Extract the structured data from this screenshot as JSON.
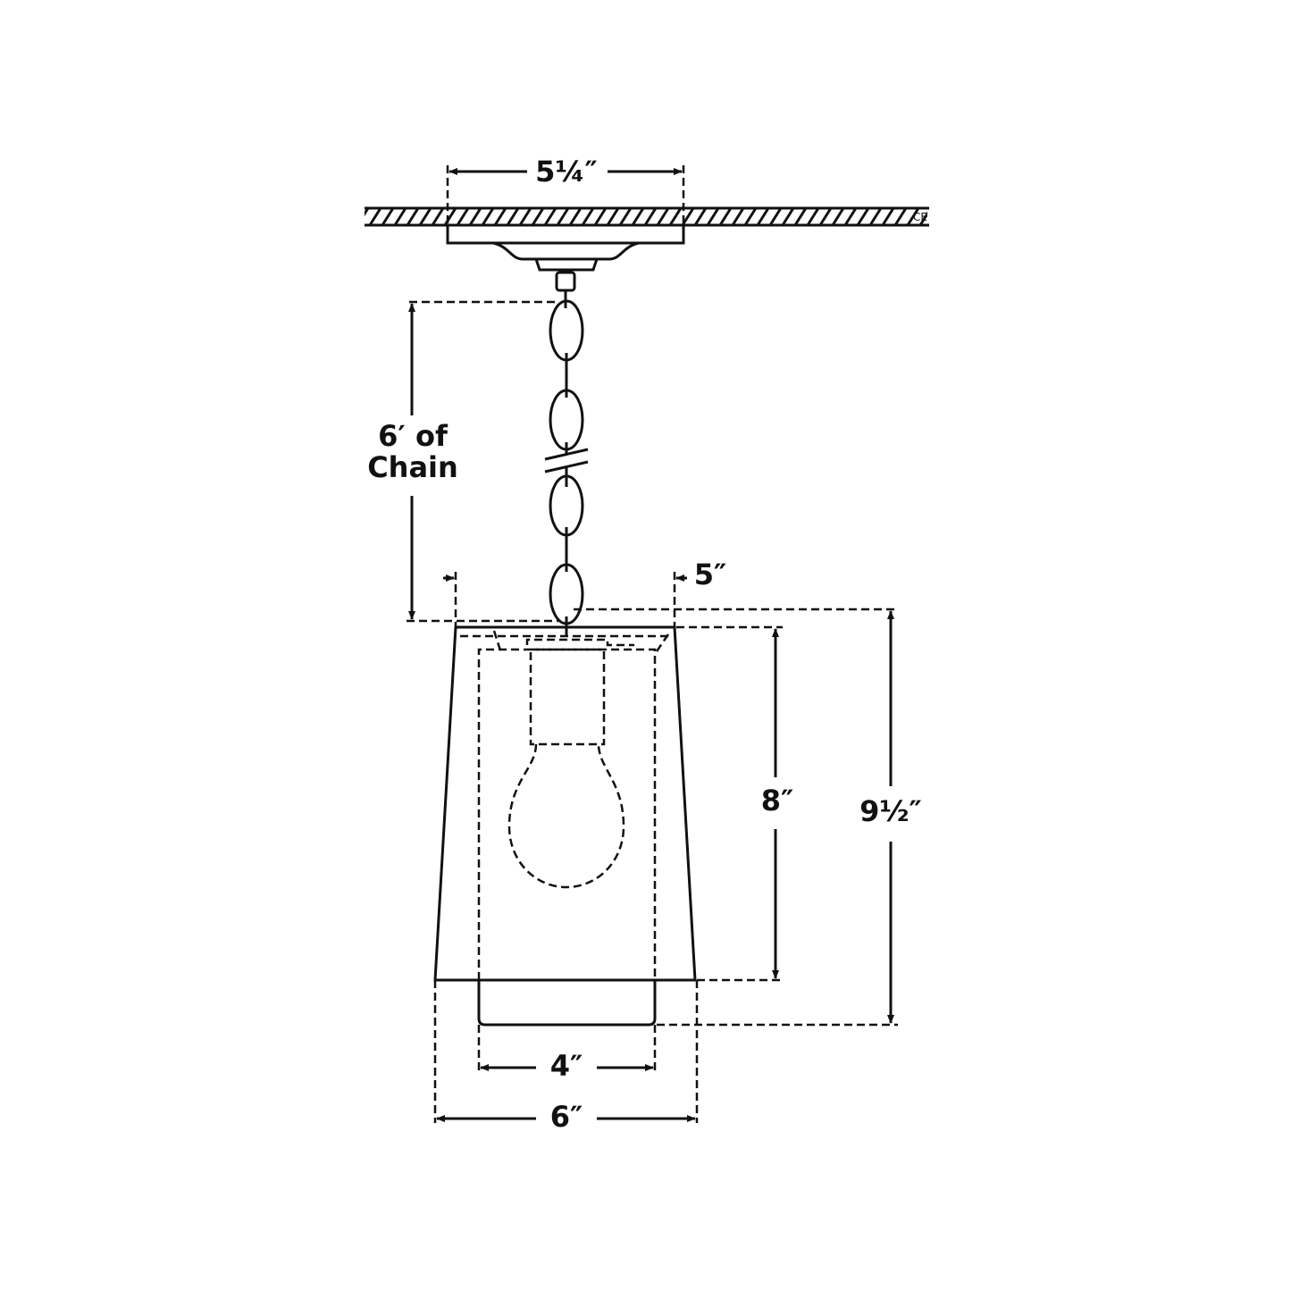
{
  "diagram": {
    "ceiling_label": "CE",
    "canopy_width": "5¼″",
    "chain_length_line1": "6′ of",
    "chain_length_line2": "Chain",
    "top_diameter": "5″",
    "shade_height": "8″",
    "overall_height": "9½″",
    "diffuser_width": "4″",
    "shade_width": "6″"
  }
}
